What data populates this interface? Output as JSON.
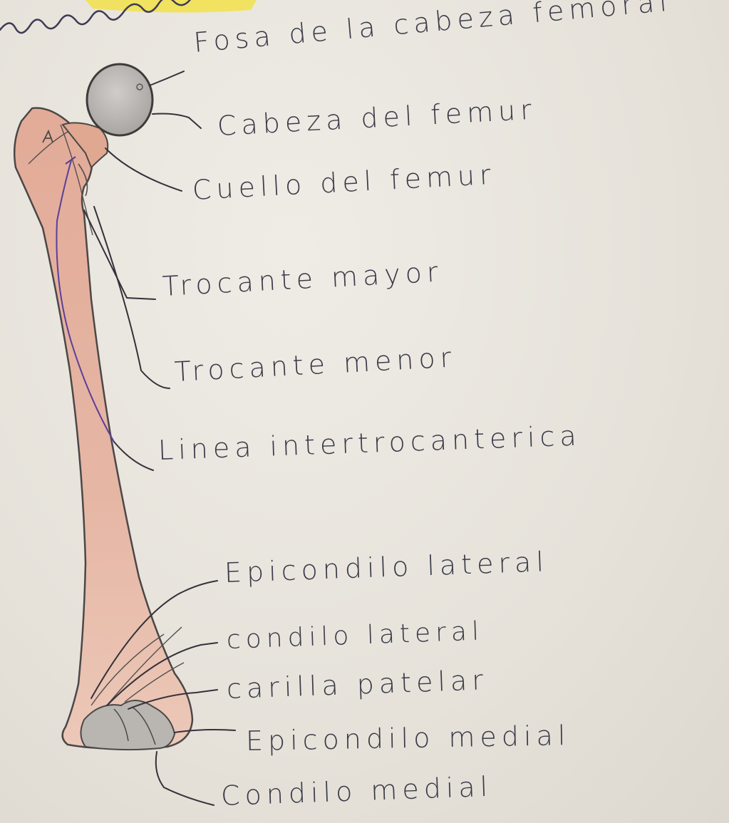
{
  "labels": {
    "fosa_cabeza_femoral": "Fosa de la cabeza femoral",
    "cabeza_femur": "Cabeza del femur",
    "cuello_femur": "Cuello del femur",
    "trocante_mayor": "Trocante mayor",
    "trocante_menor": "Trocante menor",
    "linea_intertrocanterica": "Linea intertrocanterica",
    "epicondilo_lateral": "Epicondilo lateral",
    "condilo_lateral": "condilo lateral",
    "carilla_patelar": "carilla patelar",
    "epicondilo_medial": "Epicondilo medial",
    "condilo_medial": "Condilo medial"
  },
  "colors": {
    "paper": "#e9e5dd",
    "bone_fill": "#e3b3a0",
    "bone_fill_light": "#ecc8b8",
    "head_fill": "#b9b7b3",
    "outline": "#4b4748",
    "purple_line": "#5a3f9a",
    "ink": "#3a3a48",
    "highlighter": "#f2e14a"
  }
}
